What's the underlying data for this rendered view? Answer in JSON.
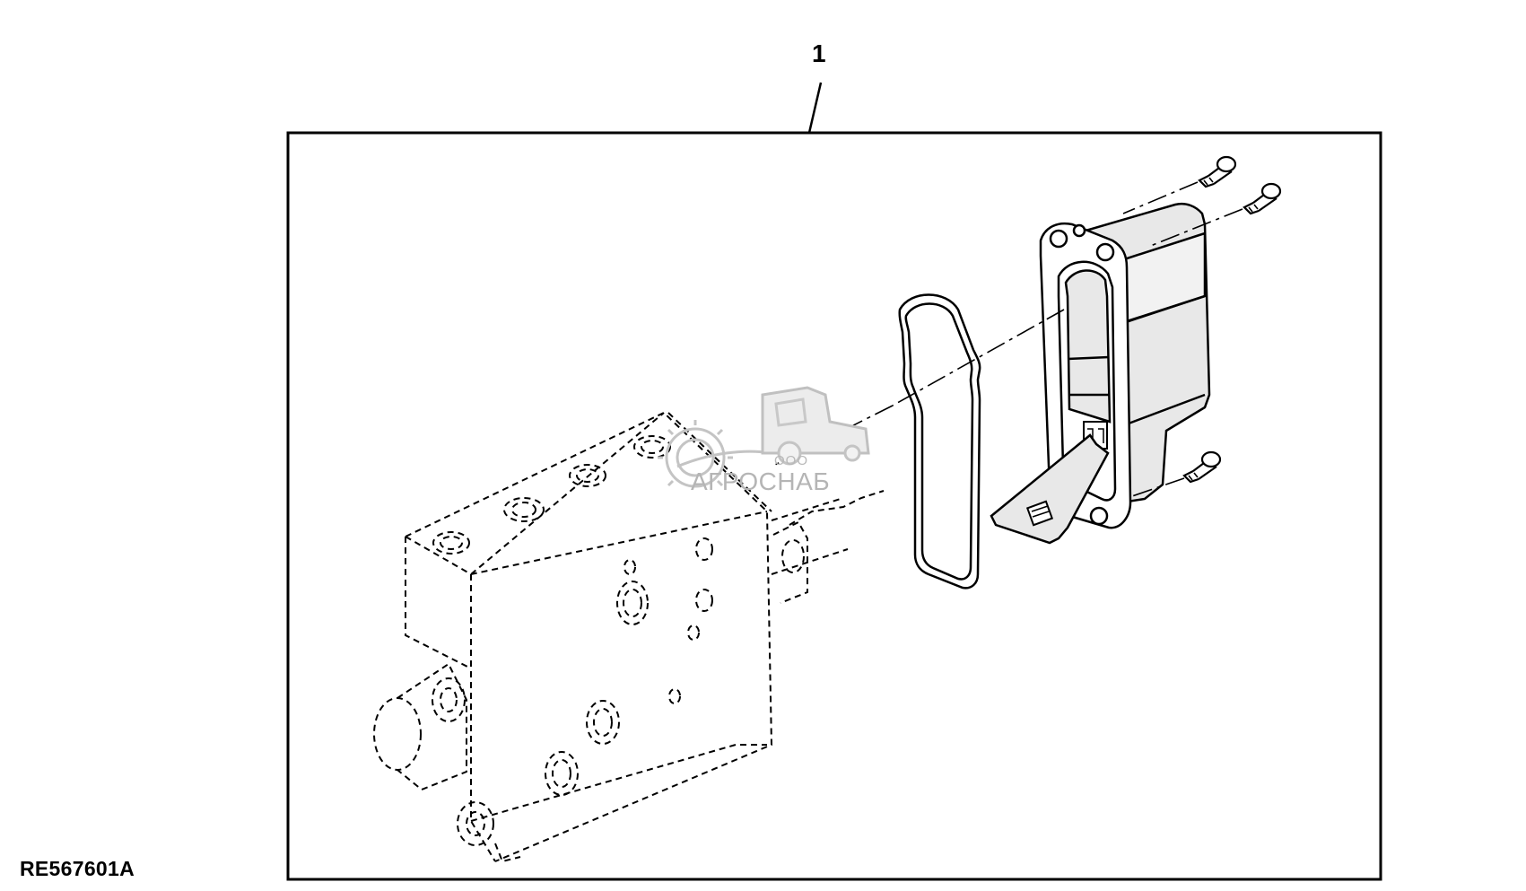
{
  "callout": {
    "number": "1"
  },
  "figure": {
    "id": "RE567601A"
  },
  "watermark": {
    "prefix": "ООО",
    "name": "АГРОСНАБ"
  },
  "colors": {
    "line": "#000000",
    "hidden_line": "#000000",
    "shading": "#e8e8e8",
    "watermark": "#b5b5b5"
  },
  "icons": {
    "watermark_logo": "gear-harvester-logo"
  }
}
